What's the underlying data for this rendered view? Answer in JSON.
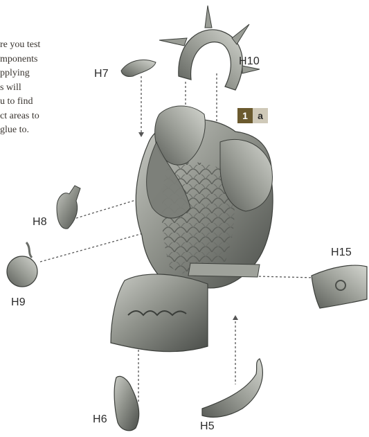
{
  "intro_lines": [
    "re you test",
    "mponents",
    "pplying",
    "s will",
    "u to find",
    "ct areas to",
    " glue to."
  ],
  "step": {
    "number": "1",
    "sub": "a"
  },
  "parts": {
    "h5": "H5",
    "h6": "H6",
    "h7": "H7",
    "h8": "H8",
    "h9": "H9",
    "h10": "H10",
    "h15": "H15"
  },
  "colors": {
    "miniature": "#8a8d86",
    "miniature_dark": "#4b4e4a",
    "guide_line": "#555555",
    "step_number_bg": "#6b5a2e",
    "step_sub_bg": "#cfc9b8"
  }
}
